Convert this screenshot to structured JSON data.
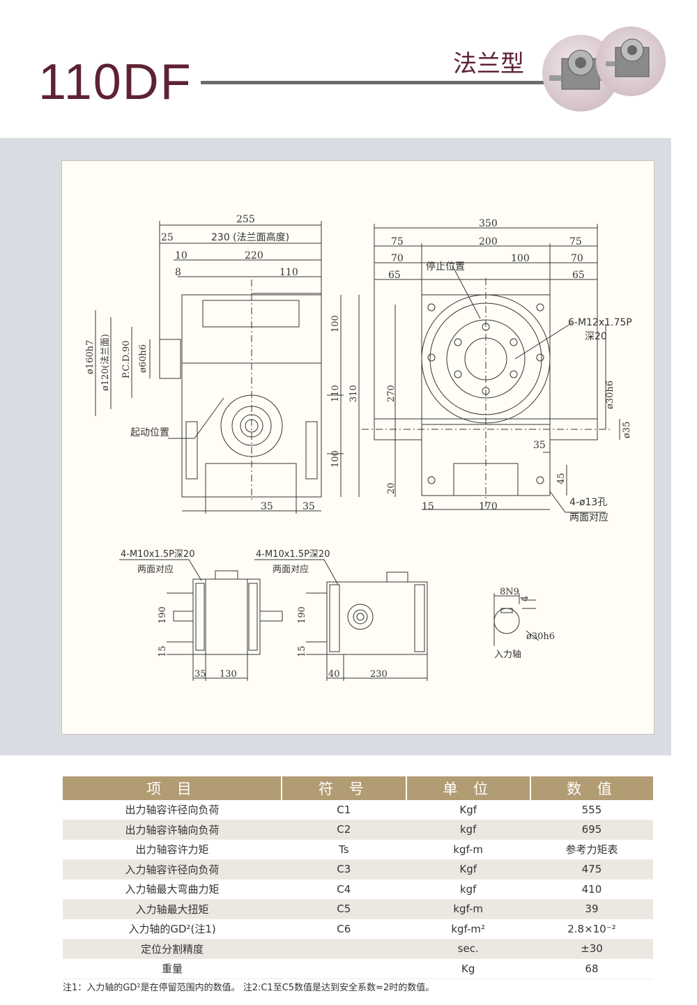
{
  "header": {
    "model": "110DF",
    "type": "法兰型"
  },
  "drawing": {
    "labels": {
      "flange_height": "230 (法兰面高度)",
      "start_position": "起动位置",
      "stop_position": "停止位置",
      "tapped_holes": "6-M12x1.75P",
      "tapped_depth": "深20",
      "flange_dia": "ø120(法兰面)",
      "pcd": "P.C.D.90",
      "holes_bottom": "4-ø13孔",
      "holes_bottom_note": "两面对应",
      "side_holes": "4-M10x1.5P深20",
      "side_holes_note": "两面对应",
      "input_shaft": "入力轴",
      "keyway": "8N9"
    },
    "dims": {
      "d255": "255",
      "d25": "25",
      "d10": "10",
      "d8": "8",
      "d220": "220",
      "d110": "110",
      "d160h7": "ø160h7",
      "d60h6": "ø60h6",
      "d100a": "100",
      "d110b": "110",
      "d310": "310",
      "d100b": "100",
      "d35a": "35",
      "d35b": "35",
      "d350": "350",
      "d75a": "75",
      "d200": "200",
      "d75b": "75",
      "d70a": "70",
      "d100c": "100",
      "d70b": "70",
      "d65a": "65",
      "d65b": "65",
      "d270": "270",
      "d30h6": "ø30h6",
      "d35c": "ø35",
      "d35d": "35",
      "d45": "45",
      "d20": "20",
      "d15": "15",
      "d170": "170",
      "d190a": "190",
      "d15a": "15",
      "d35e": "35",
      "d130": "130",
      "d190b": "190",
      "d15b": "15",
      "d40": "40",
      "d230": "230",
      "d4": "4",
      "d30h6b": "ø30h6"
    }
  },
  "table": {
    "headers": [
      "项 目",
      "符 号",
      "单 位",
      "数 值"
    ],
    "rows": [
      [
        "出力轴容许径向负荷",
        "C1",
        "Kgf",
        "555"
      ],
      [
        "出力轴容许轴向负荷",
        "C2",
        "kgf",
        "695"
      ],
      [
        "出力轴容许力矩",
        "Ts",
        "kgf-m",
        "参考力矩表"
      ],
      [
        "入力轴容许径向负荷",
        "C3",
        "Kgf",
        "475"
      ],
      [
        "入力轴最大弯曲力矩",
        "C4",
        "kgf",
        "410"
      ],
      [
        "入力轴最大扭矩",
        "C5",
        "kgf-m",
        "39"
      ],
      [
        "入力轴的GD²(注1)",
        "C6",
        "kgf-m²",
        "2.8×10⁻²"
      ],
      [
        "定位分割精度",
        "",
        "sec.",
        "±30"
      ],
      [
        "重量",
        "",
        "Kg",
        "68"
      ]
    ]
  },
  "note": "注1：入力轴的GD²是在停留范围内的数值。  注2:C1至C5数值是达到安全系数=2时的数值。"
}
